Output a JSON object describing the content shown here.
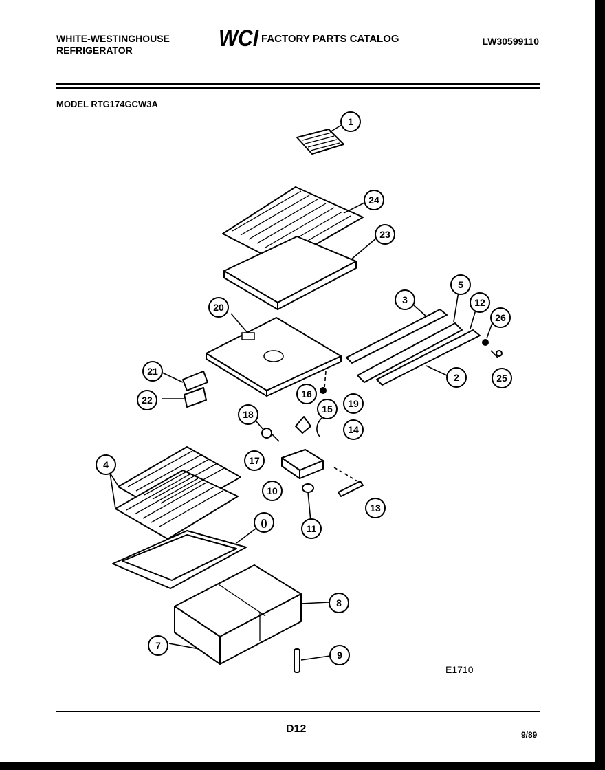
{
  "header": {
    "brand_line1": "WHITE-WESTINGHOUSE",
    "brand_line2": "REFRIGERATOR",
    "logo_text": "WCI",
    "catalog_title": "FACTORY PARTS CATALOG",
    "catalog_code": "LW30599110",
    "model_line": "MODEL RTG174GCW3A"
  },
  "diagram": {
    "figure_code": "E1710",
    "callouts": [
      "1",
      "24",
      "23",
      "20",
      "3",
      "5",
      "12",
      "26",
      "25",
      "2",
      "21",
      "22",
      "16",
      "19",
      "18",
      "15",
      "14",
      "17",
      "10",
      "11",
      "13",
      "4",
      "8",
      "7",
      "9"
    ]
  },
  "footer": {
    "page": "D12",
    "date": "9/89"
  }
}
